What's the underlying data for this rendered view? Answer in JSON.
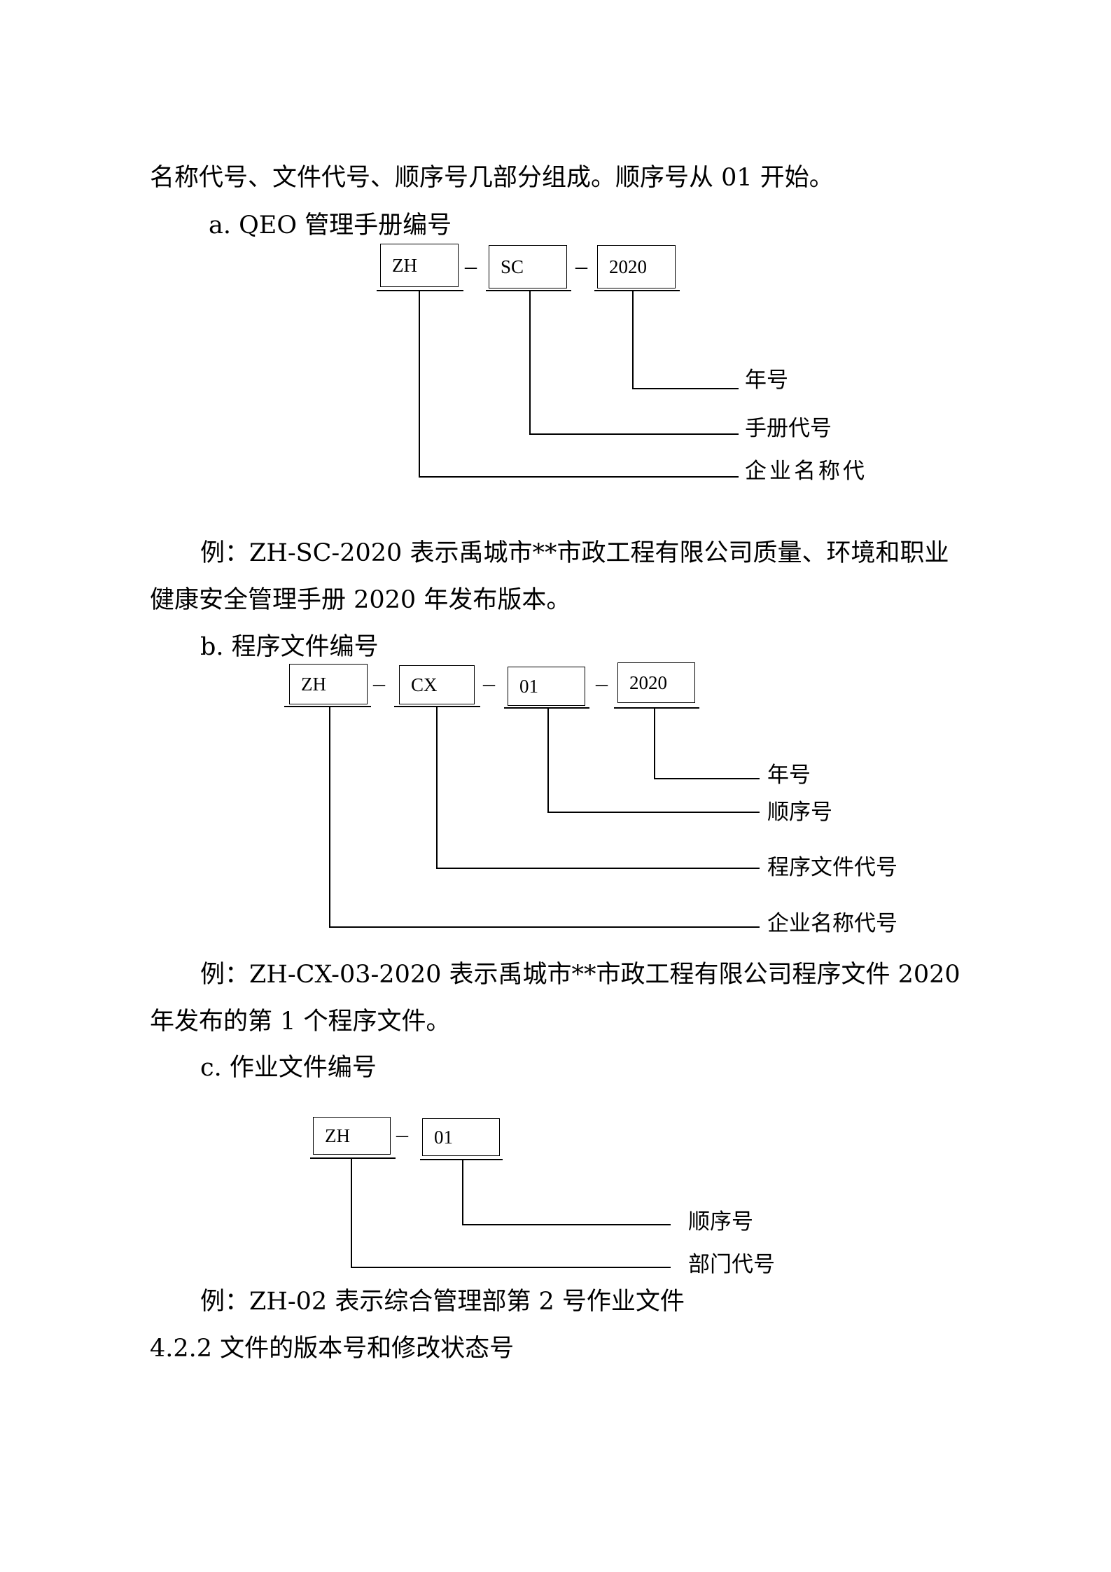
{
  "paragraphs": {
    "p1": "名称代号、文件代号、顺序号几部分组成。顺序号从 01 开始。",
    "a_title": "a. QEO 管理手册编号",
    "ex_a_line1": "例：ZH-SC-2020 表示禹城市**市政工程有限公司质量、环境和职业",
    "ex_a_line2": "健康安全管理手册 2020 年发布版本。",
    "b_title": "b. 程序文件编号",
    "ex_b_line1": "例：ZH-CX-03-2020 表示禹城市**市政工程有限公司程序文件 2020",
    "ex_b_line2": "年发布的第 1 个程序文件。",
    "c_title": "c. 作业文件编号",
    "ex_c": "例：ZH-02 表示综合管理部第 2 号作业文件",
    "section_422": "4.2.2 文件的版本号和修改状态号"
  },
  "diagram_a": {
    "boxes": [
      "ZH",
      "SC",
      "2020"
    ],
    "dash": "–",
    "labels": [
      "年号",
      "手册代号",
      "企业名称代"
    ]
  },
  "diagram_b": {
    "boxes": [
      "ZH",
      "CX",
      "01",
      "2020"
    ],
    "dash": "–",
    "labels": [
      "年号",
      "顺序号",
      "程序文件代号",
      "企业名称代号"
    ]
  },
  "diagram_c": {
    "boxes": [
      "ZH",
      "01"
    ],
    "dash": "–",
    "labels": [
      "顺序号",
      "部门代号"
    ]
  }
}
